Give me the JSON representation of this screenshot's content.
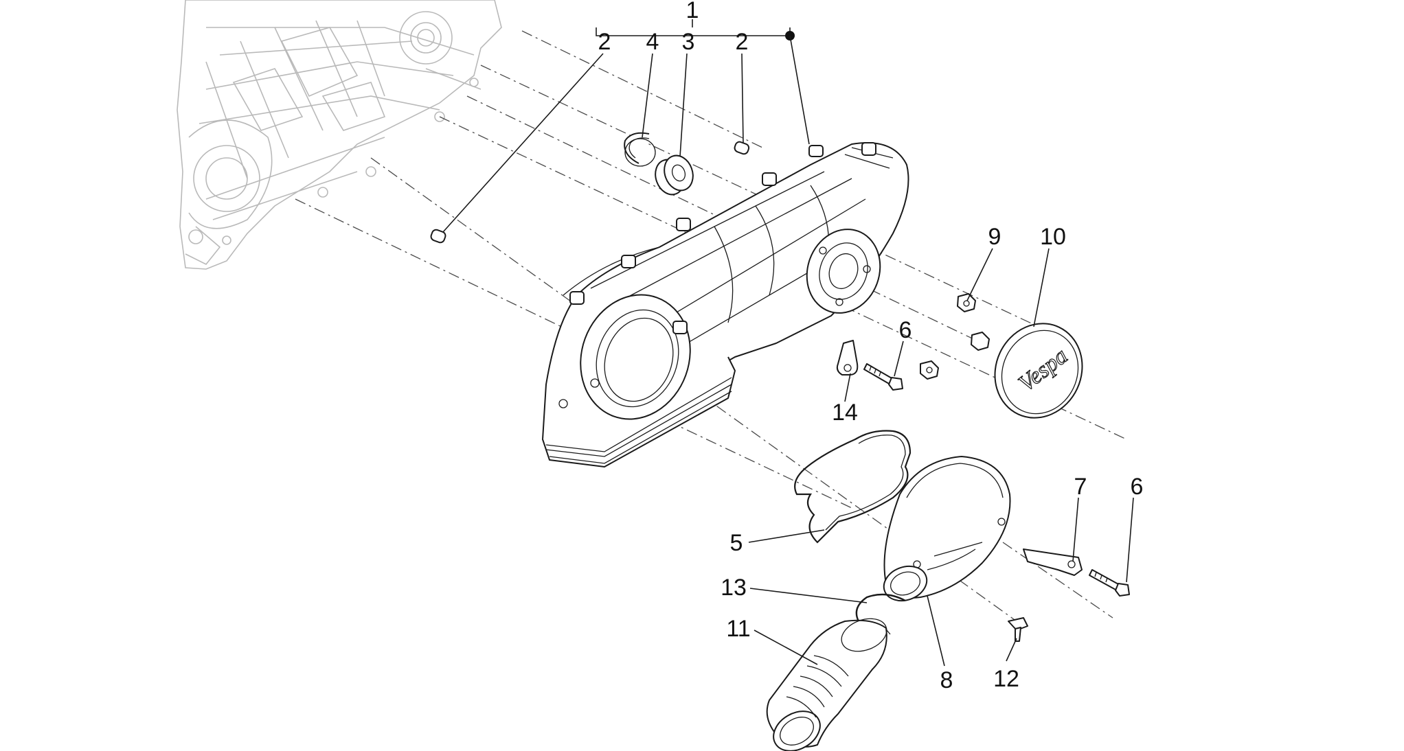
{
  "callouts": {
    "c1": "1",
    "c2a": "2",
    "c4": "4",
    "c3": "3",
    "c2b": "2",
    "c9": "9",
    "c10": "10",
    "c6a": "6",
    "c14": "14",
    "c7": "7",
    "c6b": "6",
    "c5": "5",
    "c13": "13",
    "c11": "11",
    "c8": "8",
    "c12": "12"
  },
  "logo": {
    "text": "Vespa"
  }
}
